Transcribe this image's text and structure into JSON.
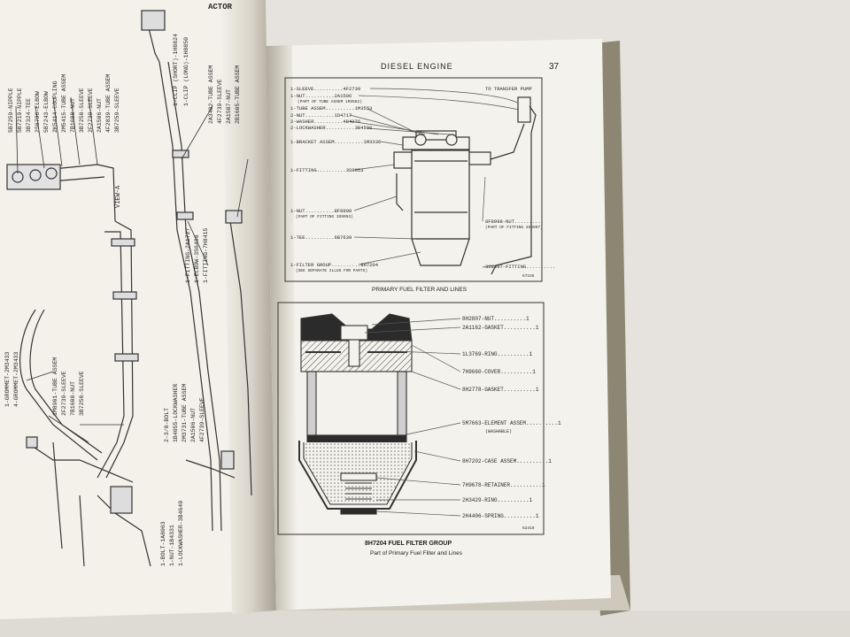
{
  "left_page": {
    "header_fragment": "ACTOR",
    "view_label": "VIEW-A",
    "labels": [
      "5B7259-NIPPLE",
      "5B7219-NIPPLE",
      "3B7324-TEE",
      "2S6796-ELBOW",
      "5B7243-ELBOW",
      "2K5414-COUPLING",
      "2M5415-TUBE ASSEM",
      "7B1608-NUT",
      "3B7258-SLEEVE",
      "2F2739-SLEEVE",
      "2A1506-NUT",
      "4F2839-TUBE ASSEM",
      "3B7259-SLEEVE",
      "1-CLIP (SHORT)-1H8824",
      "1-CLIP (LONG)-1H8850",
      "2A3402-TUBE ASSEM",
      "4F2739-SLEEVE",
      "2A1507-NUT",
      "2B1605-TUBE ASSEM",
      "1-FITTING-2A1727",
      "1-ELBOW-3S6498",
      "1-FITTING-7H8415",
      "1-GROMMET-2M3433",
      "4-GROMMET-2M3433",
      "1M8901-TUBE ASSEM",
      "2F2739-SLEEVE",
      "7B1608-NUT",
      "3B7258-SLEEVE",
      "2-3/8-BOLT",
      "1B4055-LOCKWASHER",
      "2M3731-TUBE ASSEM",
      "2A1506-NUT",
      "4F2739-SLEEVE",
      "1-BOLT-1A8063",
      "1-NUT-1B4331",
      "1-LOCKWASHER-3B4640"
    ]
  },
  "right_page": {
    "header": "DIESEL ENGINE",
    "page_number": "37",
    "figure1": {
      "left_labels": [
        "1-SLEEVE..........4F2739",
        "1-NUT..........2A1506",
        "(PART OF TUBE ASSEM 1M3562)",
        "1-TUBE ASSEM..........1M3553",
        "2-NUT..........1D4717",
        "2-WASHER..........4B4276",
        "2-LOCKWASHER..........3B4506",
        "1-BRACKET ASSEM..........1M3336",
        "1-FITTING..........3S9053",
        "1-NUT..........8F8998",
        "(PART OF FITTING 3S9053)",
        "1-TEE..........6B7639",
        "1-FILTER GROUP..........8H7204",
        "(SEE SEPARATE ILLUS FOR PARTS)"
      ],
      "right_labels": [
        "TO TRANSFER PUMP",
        "8F8998-NUT..........",
        "(PART OF FITTING 3S8997)",
        "3S8997-FITTING.........."
      ],
      "code": "67155",
      "caption": "PRIMARY FUEL FILTER AND LINES"
    },
    "figure2": {
      "parts": [
        "8H2807-NUT..........1",
        "2A1162-GASKET..........1",
        "1L3769-RING..........1",
        "7H9660-COVER..........1",
        "8H2778-GASKET..........1",
        "5M7663-ELEMENT ASSEM..........1",
        "(WASHABLE)",
        "8H7202-CASE ASSEM..........1",
        "7H9678-RETAINER..........1",
        "2H3429-RING..........1",
        "2H4406-SPRING..........1"
      ],
      "code": "62419",
      "caption": "8H7204 FUEL FILTER GROUP",
      "subcaption": "Part of Primary Fuel Filter and Lines"
    }
  },
  "colors": {
    "background": "#e6e3df",
    "page": "#f4f2ec",
    "ink": "#2a2a2a",
    "spine_shadow": "#b9b4aa",
    "book_edge": "#8c8672"
  }
}
